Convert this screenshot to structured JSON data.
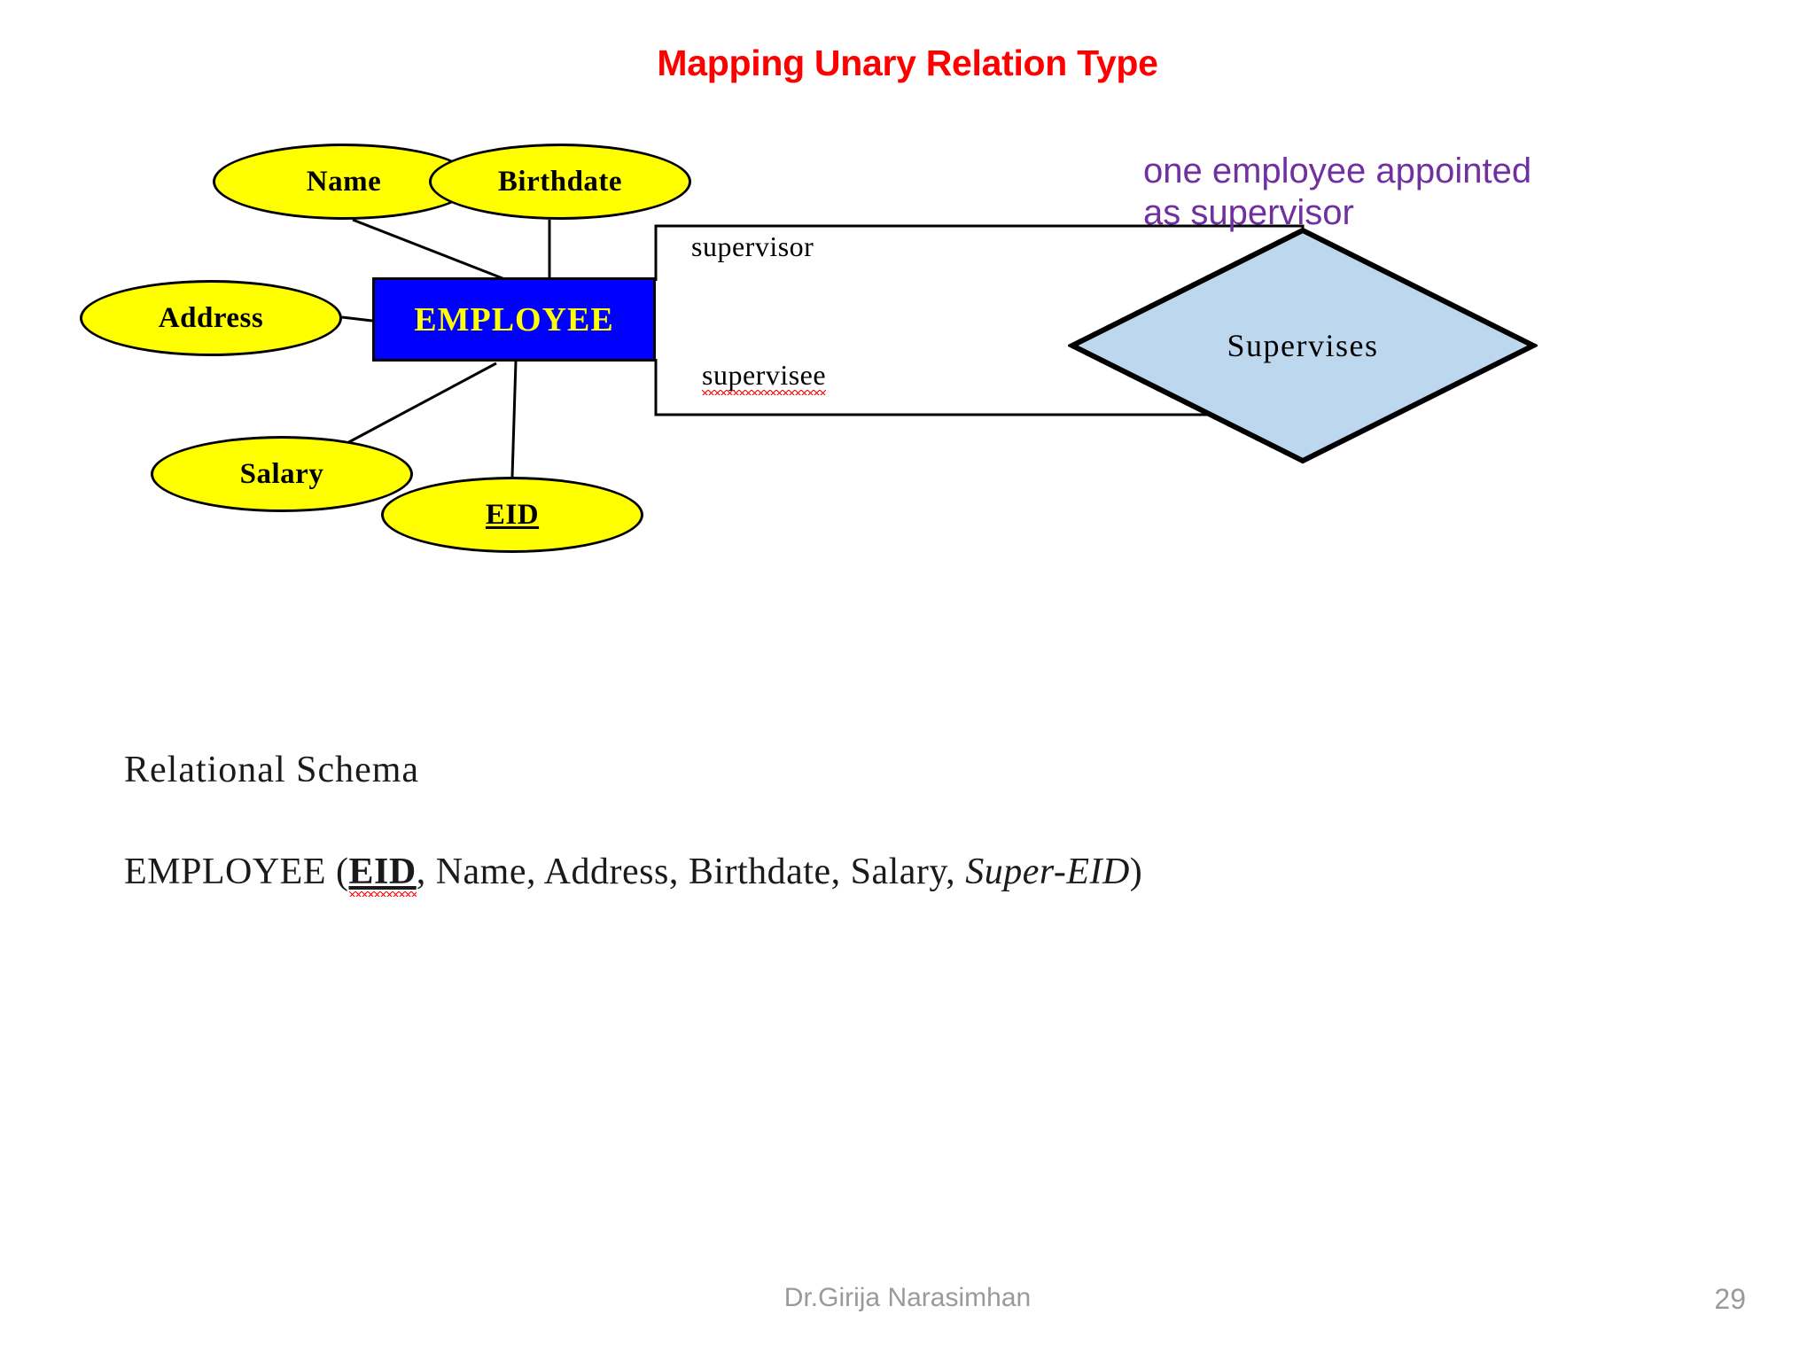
{
  "slide": {
    "title": "Mapping Unary Relation Type",
    "title_color": "#FF0000"
  },
  "annotation": {
    "line1": "one employee appointed",
    "line2": "as supervisor",
    "color": "#7030A0"
  },
  "er_diagram": {
    "entity": {
      "label": "EMPLOYEE",
      "fill": "#0000FF",
      "text_color": "#FFFF00",
      "border_color": "#000000"
    },
    "relationship": {
      "label": "Supervises",
      "fill": "#BDD7EE",
      "border_color": "#000000"
    },
    "attributes": [
      {
        "label": "Name",
        "key": false,
        "fill": "#FFFF00"
      },
      {
        "label": "Birthdate",
        "key": false,
        "fill": "#FFFF00"
      },
      {
        "label": "Address",
        "key": false,
        "fill": "#FFFF00"
      },
      {
        "label": "Salary",
        "key": false,
        "fill": "#FFFF00"
      },
      {
        "label": "EID",
        "key": true,
        "fill": "#FFFF00"
      }
    ],
    "roles": [
      {
        "label": "supervisor",
        "misspelled": false
      },
      {
        "label": "supervisee",
        "misspelled": true
      }
    ]
  },
  "schema": {
    "heading": "Relational Schema",
    "relation_name": "EMPLOYEE",
    "open_paren": "(",
    "primary_key": "EID",
    "attributes_text": ", Name, Address, Birthdate, Salary, ",
    "foreign_key": "Super-EID",
    "close_paren": ")"
  },
  "footer": {
    "author": "Dr.Girija Narasimhan",
    "page_number": "29"
  }
}
